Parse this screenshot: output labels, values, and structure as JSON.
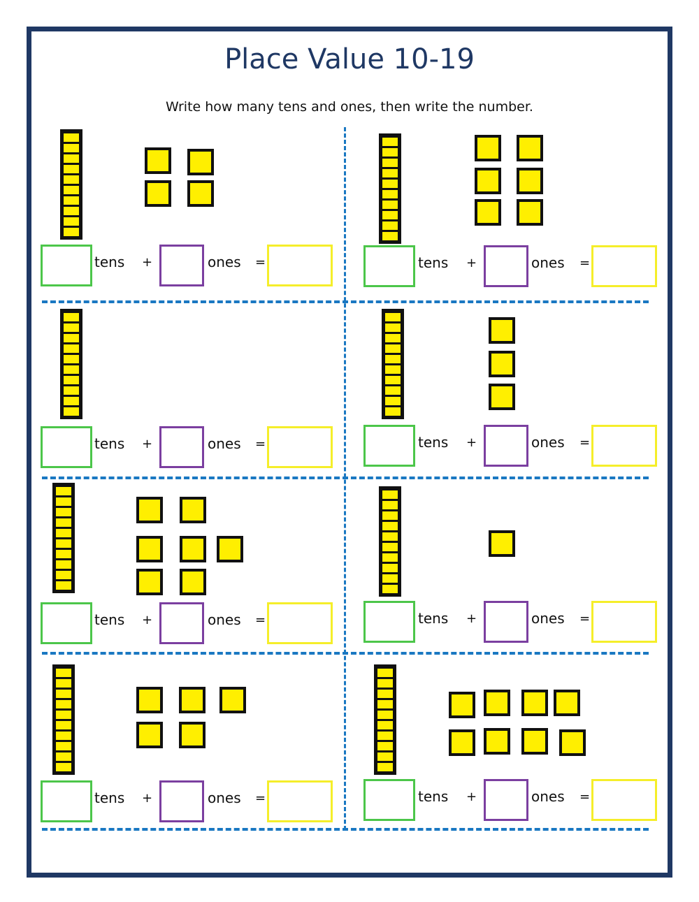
{
  "title": "Place Value 10-19",
  "instructions": "Write how many tens and ones, then write the number.",
  "labels": {
    "tens": "tens",
    "ones": "ones",
    "plus": "+",
    "equals": "="
  },
  "colors": {
    "frame": "#1f3864",
    "divider": "#1a78c2",
    "block_fill": "#ffef00",
    "tens_box_border": "#4cc64a",
    "ones_box_border": "#7b3fa0",
    "number_box_border": "#f5ee2a"
  },
  "problems": [
    {
      "rods": 1,
      "units": 4
    },
    {
      "rods": 1,
      "units": 6
    },
    {
      "rods": 1,
      "units": 0
    },
    {
      "rods": 1,
      "units": 3
    },
    {
      "rods": 1,
      "units": 7
    },
    {
      "rods": 1,
      "units": 1
    },
    {
      "rods": 1,
      "units": 5
    },
    {
      "rods": 1,
      "units": 8
    }
  ]
}
